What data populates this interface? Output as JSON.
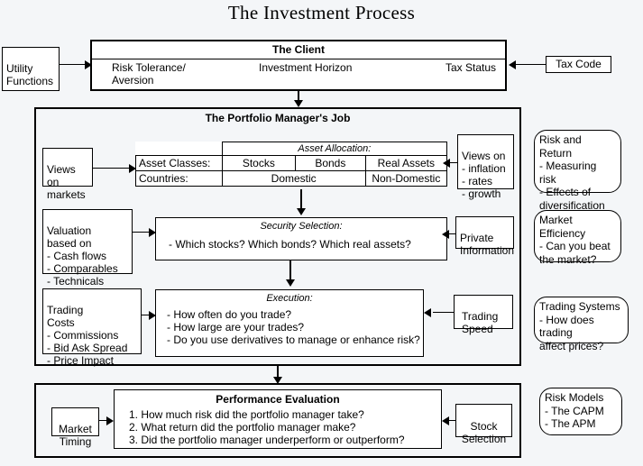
{
  "title": "The Investment Process",
  "client": {
    "heading": "The Client",
    "items": [
      "Risk Tolerance/\nAversion",
      "Investment Horizon",
      "Tax Status"
    ]
  },
  "inputs": {
    "utility_functions": "Utility\nFunctions",
    "tax_code": "Tax Code"
  },
  "portfolio_manager": {
    "heading": "The Portfolio Manager's Job",
    "asset_allocation": {
      "heading": "Asset Allocation:",
      "rows": [
        {
          "label": "Asset Classes:",
          "cells": [
            "Stocks",
            "Bonds",
            "Real Assets"
          ]
        },
        {
          "label": "Countries:",
          "cells": [
            "Domestic",
            "Non-Domestic"
          ]
        }
      ]
    },
    "views_on_markets": "Views on\nmarkets",
    "views_on_macro": "Views on\n- inflation\n- rates\n- growth",
    "security_selection": {
      "heading": "Security Selection:",
      "body": "- Which stocks? Which bonds? Which real assets?"
    },
    "valuation": "Valuation\nbased on\n- Cash flows\n- Comparables\n- Technicals",
    "private_information": "Private\nInformation",
    "execution": {
      "heading": "Execution:",
      "body": "- How often do you trade?\n- How large are your trades?\n- Do you use derivatives to manage or enhance risk?"
    },
    "trading_costs": "Trading\nCosts\n- Commissions\n- Bid Ask Spread\n- Price Impact",
    "trading_speed": "Trading\nSpeed"
  },
  "performance": {
    "heading": "Performance Evaluation",
    "body": "1. How much risk did the portfolio manager take?\n2. What return did the portfolio manager make?\n3. Did the portfolio manager underperform or outperform?",
    "market_timing": "Market\nTiming",
    "stock_selection": "Stock\nSelection"
  },
  "callouts": [
    "Risk and Return\n- Measuring risk\n- Effects of\ndiversification",
    "Market Efficiency\n- Can you beat\nthe market?",
    "Trading Systems\n- How does trading\naffect prices?",
    "Risk Models\n- The CAPM\n- The APM"
  ],
  "colors": {
    "background": "#f4f6f8",
    "line": "#000000",
    "box_fill": "#ffffff"
  }
}
